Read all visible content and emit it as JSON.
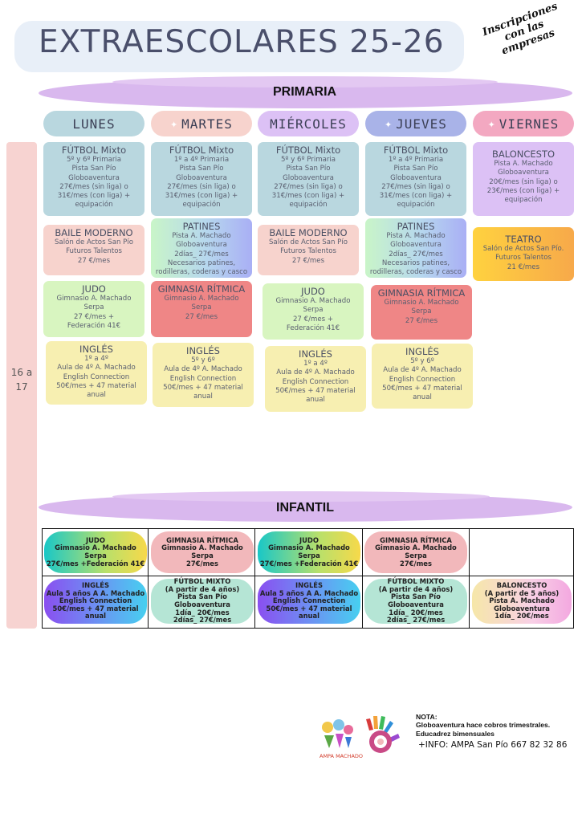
{
  "header": {
    "title": "EXTRAESCOLARES 25-26",
    "stamp": "Inscripciones con las empresas"
  },
  "primaria": {
    "label": "PRIMARIA",
    "time_label": "16 a 17",
    "days": [
      "LUNES",
      "MARTES",
      "MIÉRCOLES",
      "JUEVES",
      "VIERNES"
    ],
    "day_colors": [
      "#b9d7df",
      "#f7d3cd",
      "#dcc1f5",
      "#a9b3e8",
      "#f3a8c1"
    ],
    "columns": [
      [
        {
          "title": "FÚTBOL Mixto",
          "lines": "5º y 6º Primaria\nPista San Pío\nGloboaventura\n27€/mes (sin liga) o\n31€/mes (con liga) +\nequipación"
        },
        {
          "title": "BAILE MODERNO",
          "lines": "Salón de Actos San Pío\nFuturos Talentos\n27 €/mes"
        },
        {
          "title": "JUDO",
          "lines": "Gimnasio A. Machado\nSerpa\n27 €/mes +\nFederación 41€"
        },
        {
          "title": "INGLÉS",
          "lines": "1º a 4º\nAula de 4º A. Machado\nEnglish Connection\n50€/mes + 47 material\nanual"
        }
      ],
      [
        {
          "title": "FÚTBOL Mixto",
          "lines": "1º a 4º Primaria\nPista San Pío\nGloboaventura\n27€/mes (sin liga) o\n31€/mes (con liga) +\nequipación"
        },
        {
          "title": "PATINES",
          "lines": "Pista A. Machado\nGloboaventura\n2días_ 27€/mes\nNecesarios patines,\nrodilleras, coderas y casco"
        },
        {
          "title": "GIMNASIA RÍTMICA",
          "lines": "Gimnasio A. Machado\nSerpa\n27 €/mes"
        },
        {
          "title": "INGLÉS",
          "lines": "5º y 6º\nAula de 4º A. Machado\nEnglish Connection\n50€/mes + 47 material\nanual"
        }
      ],
      [
        {
          "title": "FÚTBOL Mixto",
          "lines": "5º y 6º Primaria\nPista San Pío\nGloboaventura\n27€/mes (sin liga) o\n31€/mes (con liga) +\nequipación"
        },
        {
          "title": "BAILE MODERNO",
          "lines": "Salón de Actos San Pío\nFuturos Talentos\n27 €/mes"
        },
        {
          "title": "JUDO",
          "lines": "Gimnasio A. Machado\nSerpa\n27 €/mes +\nFederación 41€"
        },
        {
          "title": "INGLÉS",
          "lines": "1º a 4º\nAula de 4º A. Machado\nEnglish Connection\n50€/mes + 47 material\nanual"
        }
      ],
      [
        {
          "title": "FÚTBOL Mixto",
          "lines": "1º a 4º Primaria\nPista San Pío\nGloboaventura\n27€/mes (sin liga) o\n31€/mes (con liga) +\nequipación"
        },
        {
          "title": "PATINES",
          "lines": "Pista A. Machado\nGloboaventura\n2días_ 27€/mes\nNecesarios patines,\nrodilleras, coderas y casco"
        },
        {
          "title": "GIMNASIA RÍTMICA",
          "lines": "Gimnasio A. Machado\nSerpa\n27 €/mes"
        },
        {
          "title": "INGLÉS",
          "lines": "5º y 6º\nAula de 4º A. Machado\nEnglish Connection\n50€/mes + 47 material\nanual"
        }
      ],
      [
        {
          "title": "BALONCESTO",
          "lines": "Pista A. Machado\nGloboaventura\n20€/mes (sin liga) o\n23€/mes (con liga) +\nequipación"
        },
        {
          "title": "TEATRO",
          "lines": "Salón de Actos San Pío.\nFuturos Talentos\n21 €/mes"
        }
      ]
    ]
  },
  "infantil": {
    "label": "INFANTIL",
    "row1": [
      [
        "JUDO",
        "Gimnasio A. Machado",
        "Serpa",
        "27€/mes +Federación 41€"
      ],
      [
        "GIMNASIA RÍTMICA",
        "Gimnasio A. Machado",
        "Serpa",
        "27€/mes"
      ],
      [
        "JUDO",
        "Gimnasio A. Machado",
        "Serpa",
        "27€/mes +Federación 41€"
      ],
      [
        "GIMNASIA RÍTMICA",
        "Gimnasio A. Machado",
        "Serpa",
        "27€/mes"
      ]
    ],
    "row2": [
      [
        "INGLÉS",
        "Aula 5 años A A. Machado",
        "English Connection",
        "50€/mes + 47 material anual"
      ],
      [
        "FÚTBOL MIXTO",
        "(A partir de 4 años)",
        "Pista San Pío",
        "Globoaventura",
        "1día_ 20€/mes",
        "2días_ 27€/mes"
      ],
      [
        "INGLÉS",
        "Aula 5 años A A. Machado",
        "English Connection",
        "50€/mes + 47 material anual"
      ],
      [
        "FÚTBOL MIXTO",
        "(A partir de 4 años)",
        "Pista San Pío",
        "Globoaventura",
        "1día_ 20€/mes",
        "2días_ 27€/mes"
      ],
      [
        "BALONCESTO",
        "(A partir de 5 años)",
        "Pista A. Machado",
        "Globoaventura",
        "1día_ 20€/mes"
      ]
    ]
  },
  "footer": {
    "nota_title": "NOTA:",
    "nota_lines": [
      "Globoaventura hace cobros trimestrales.",
      "Educadrez bimensuales"
    ],
    "info": "+INFO: AMPA San Pío 667 82 32 86",
    "logo_text": "AMPA MACHADO"
  }
}
